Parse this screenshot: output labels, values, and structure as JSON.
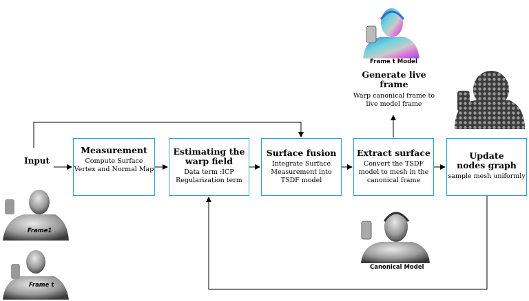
{
  "input_label": "Input",
  "boxes": [
    {
      "title": "Measurement",
      "desc": "Compute Surface Vertex and Normal Map"
    },
    {
      "title": "Estimating the warp field",
      "desc": "Data term :ICP Regularization term"
    },
    {
      "title": "Surface fusion",
      "desc": "Integrate Surface Measurement into TSDF model"
    },
    {
      "title": "Extract surface",
      "desc": "Convert the TSDF model to mesh in the canonical frame"
    },
    {
      "title": "Update nodes graph",
      "desc": "sample mesh uniformly"
    }
  ],
  "generate": {
    "title": "Generate live frame",
    "desc": "Warp canonical frame to live model frame"
  },
  "captions": {
    "frame_t_model": "Frame t Model",
    "canonical_model": "Canonical Model",
    "frame1": "Frame1",
    "frame_t": "Frame t"
  },
  "colors": {
    "box_border": "#29a3d6",
    "arrow": "#000000"
  }
}
